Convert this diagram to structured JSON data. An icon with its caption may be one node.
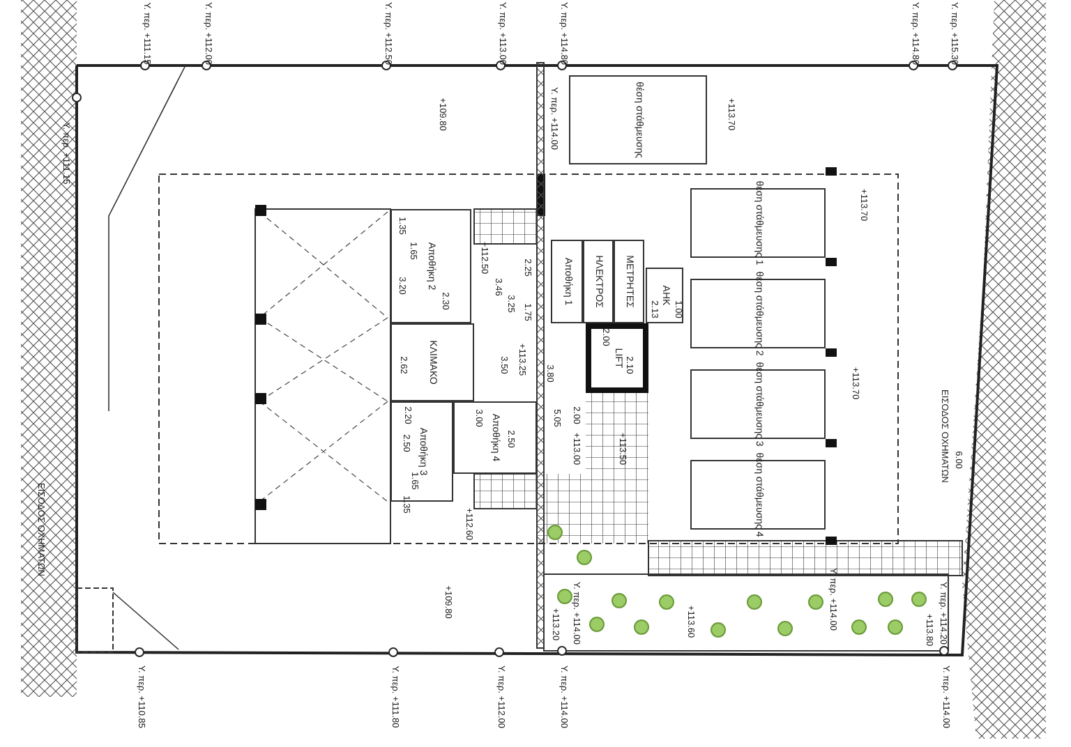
{
  "diagram": {
    "nodes": [
      {
        "text": [
          "Αποθήκη 2"
        ]
      },
      {
        "text": [
          "Αποθήκη 1"
        ]
      },
      {
        "text": [
          "ΗΛΕΚΤΡΟΣ"
        ]
      },
      {
        "text": [
          "ΜΕΤΡΗΤΕΣ"
        ]
      },
      {
        "text": [
          "ΑΗΚ"
        ]
      },
      {
        "text": [
          "ΚΛΙΜΑΚΟ"
        ]
      },
      {
        "text": [
          "LIFT"
        ]
      },
      {
        "text": [
          "Αποθήκη 4"
        ]
      },
      {
        "text": [
          "Αποθήκη 3"
        ]
      },
      {
        "text": [
          "θέση στάθμευσης"
        ]
      },
      {
        "text": [
          "θέση στάθμευσης 1"
        ]
      },
      {
        "text": [
          "θέση στάθμευσης 2"
        ]
      },
      {
        "text": [
          "θέση στάθμευσης 3"
        ]
      },
      {
        "text": [
          "θέση στάθμευσης 4"
        ]
      }
    ],
    "labels": [
      "Υ. περ. +111.15",
      "Υ. περ. +112.00",
      "Υ. περ. +112.50",
      "Υ. περ. +113.00",
      "Υ. περ. +114.80",
      "Υ. περ. +114.80",
      "Υ. περ. +115.30",
      "Υ. περ. +111.15",
      "+109.80",
      "Υ. περ. +114.00",
      "+113.70",
      "+113.70",
      "+112.50",
      "1.35",
      "1.65",
      "3.20",
      "2.30",
      "3.46",
      "3.25",
      "2.25",
      "1.75",
      "2.13",
      "1.00",
      "2.62",
      "+113.25",
      "3.50",
      "3.80",
      "2.00",
      "2.10",
      "2.20",
      "5.05",
      "2.00",
      "2.50",
      "3.00",
      "2.50",
      "1.65",
      "1.35",
      "+113.00",
      "+113.50",
      "+112.60",
      "+113.70",
      "ΕΙΣΟΔΟΣ ΟΧΗΜΑΤΩΝ",
      "6.00",
      "ΕΙΣΟΔΟΣ ΟΧΗΜΑΤΩΝ",
      "+109.80",
      "Υ. περ. +114.00",
      "+113.20",
      "+113.60",
      "Υ. περ. +114.00",
      "+113.80",
      "Υ. περ. +114.20",
      "Υ. περ. +110.85",
      "Υ. περ. +111.80",
      "Υ. περ. +112.00",
      "Υ. περ. +114.00",
      "Υ. περ. +114.00"
    ]
  }
}
